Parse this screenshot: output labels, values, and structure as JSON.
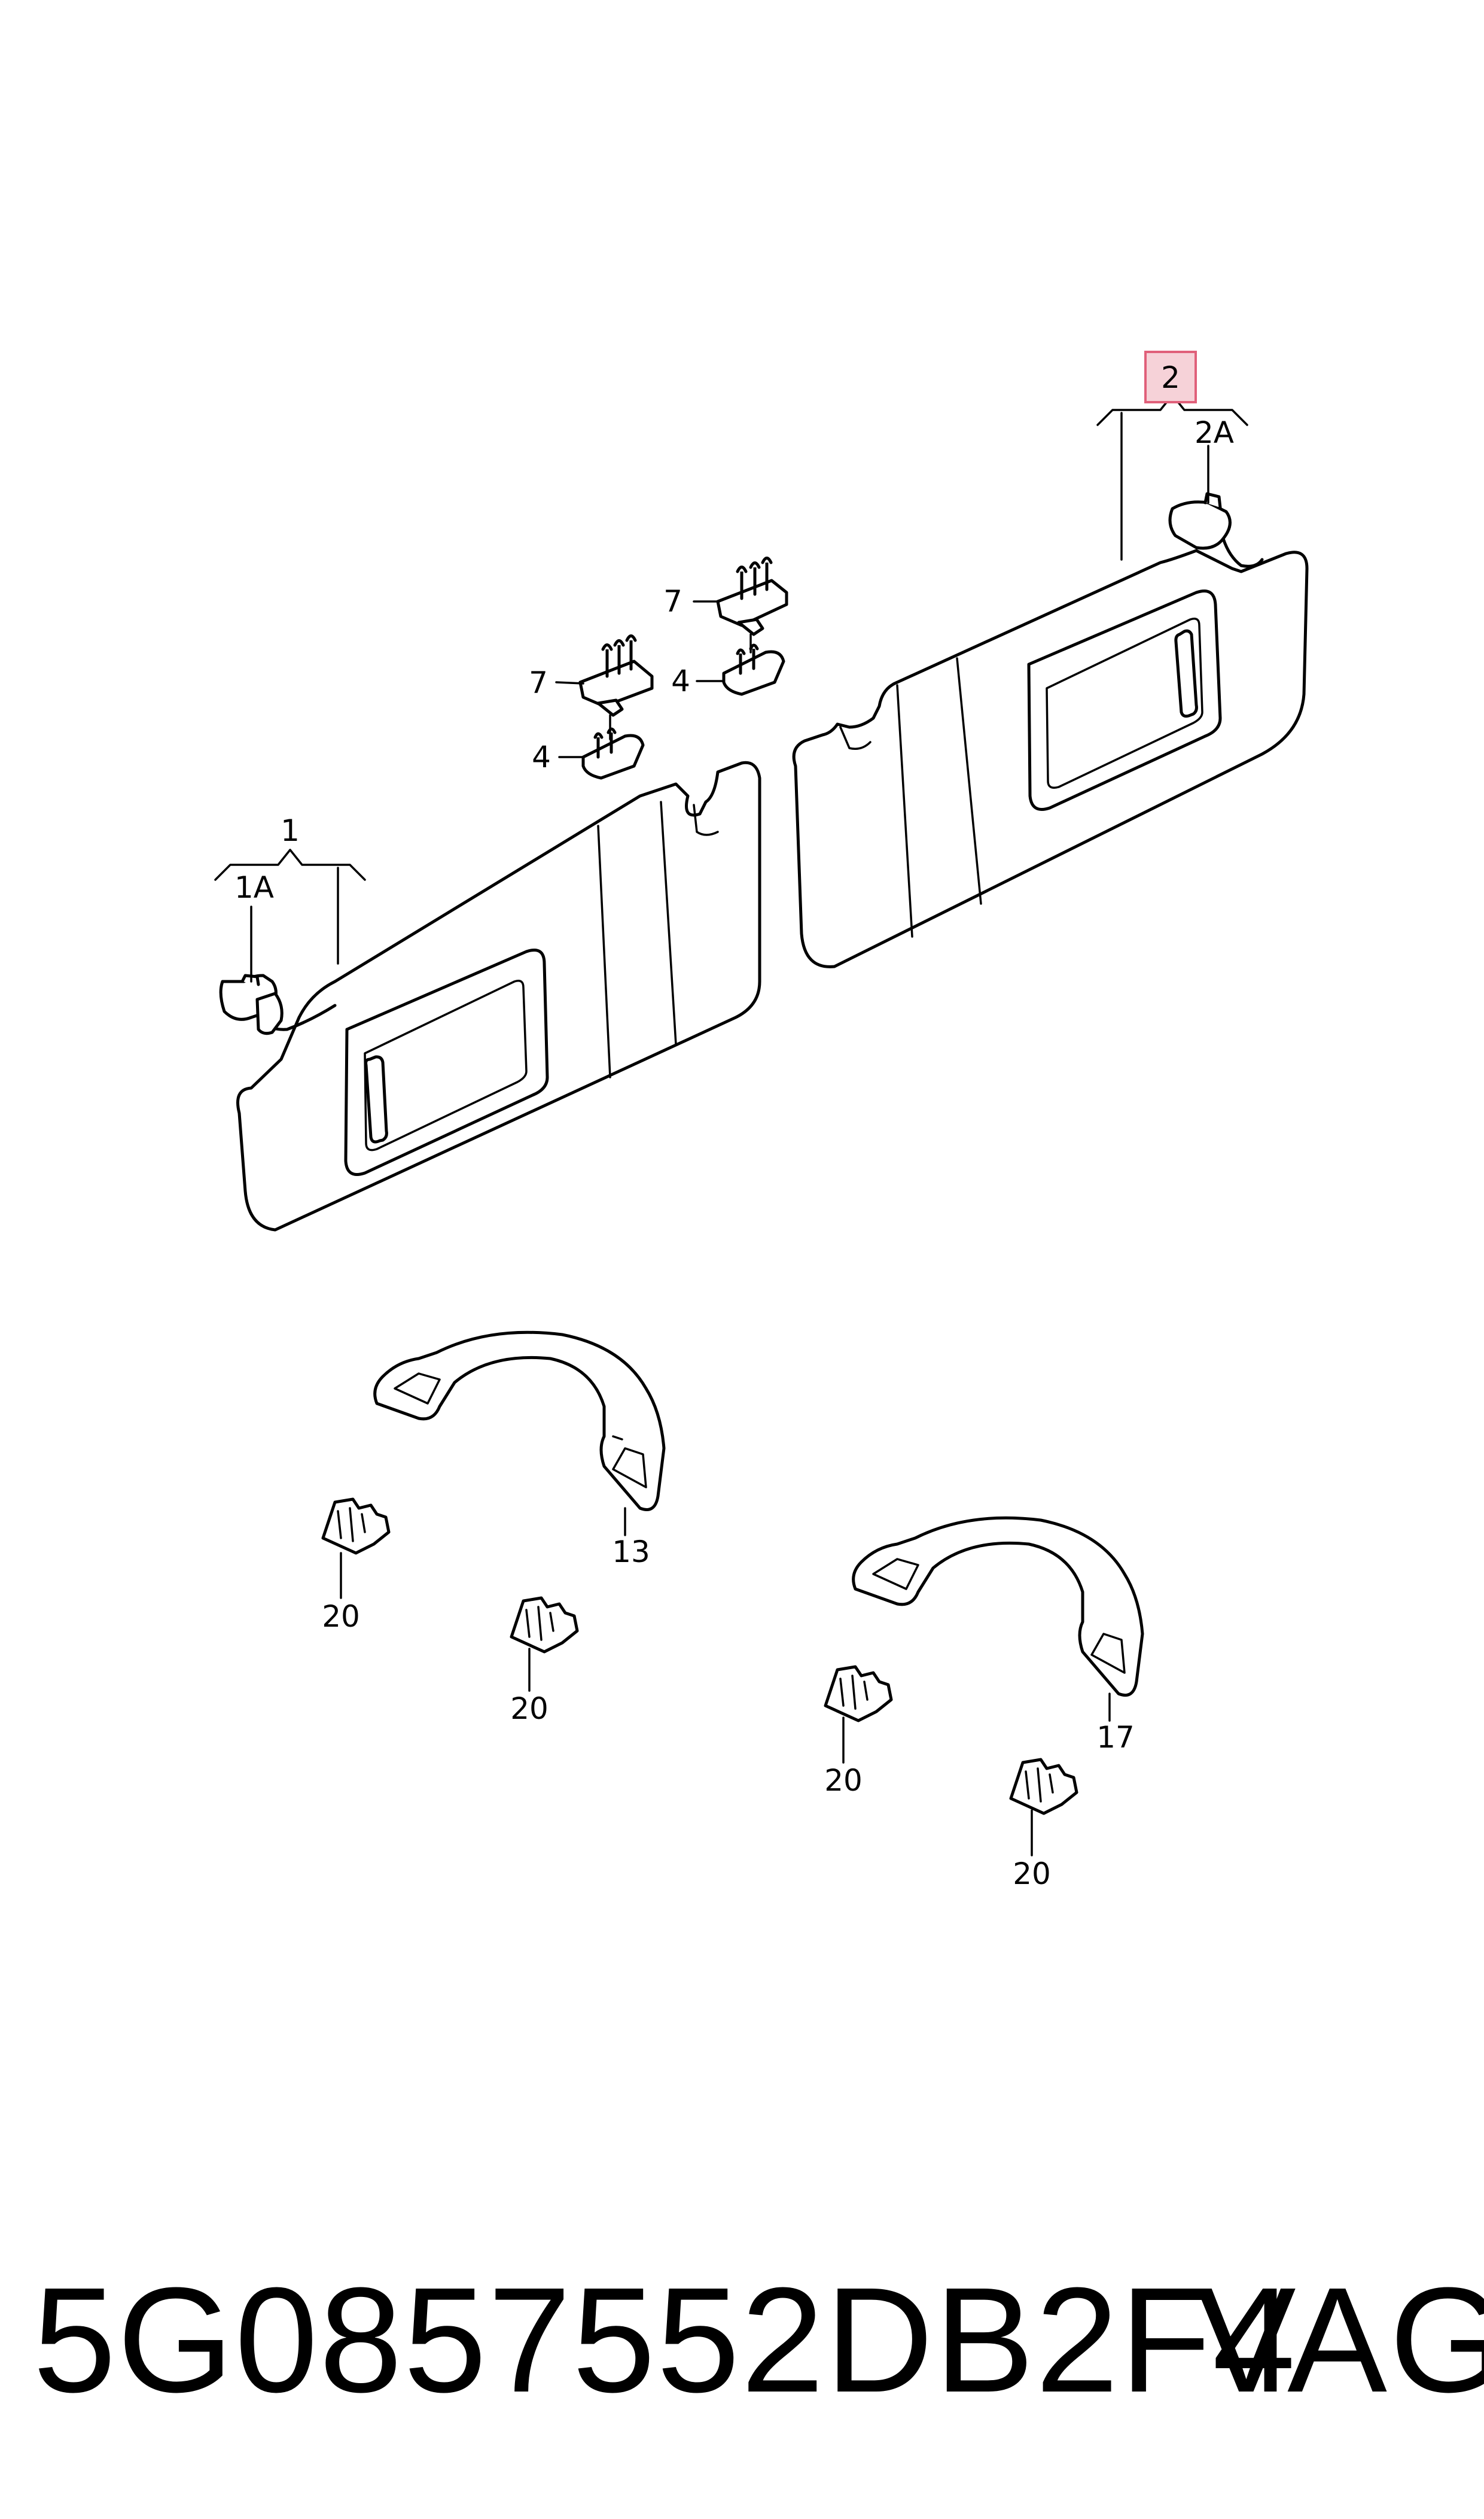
{
  "callouts": {
    "c1": "1",
    "c1a": "1A",
    "c2": "2",
    "c2a": "2A",
    "c7a": "7",
    "c4a": "4",
    "c7b": "7",
    "c4b": "4",
    "c13": "13",
    "c17": "17",
    "c20a": "20",
    "c20b": "20",
    "c20c": "20",
    "c20d": "20"
  },
  "highlight_color": "#f6d2d8",
  "footer": {
    "part_number": "5G0857552DB2F4",
    "brand": "VAG"
  }
}
